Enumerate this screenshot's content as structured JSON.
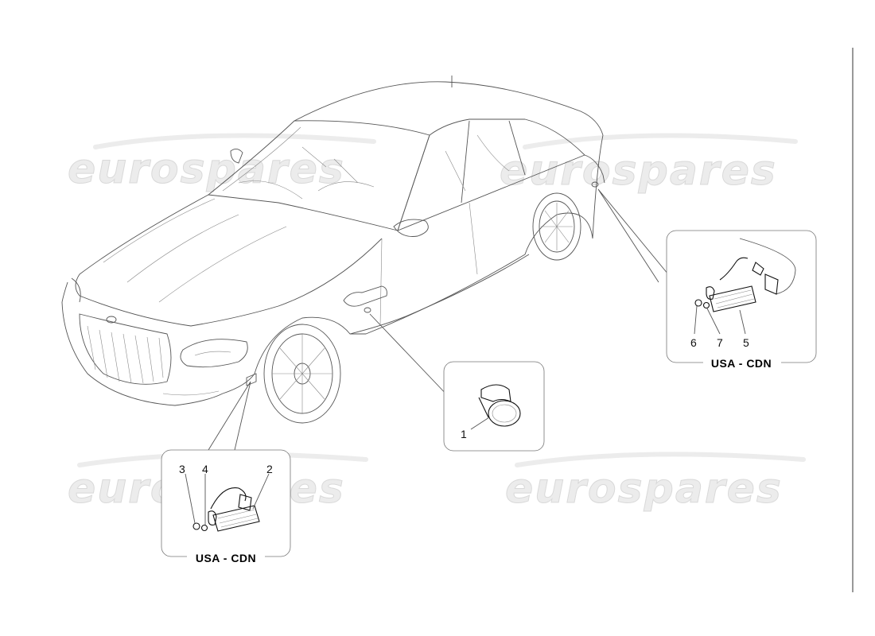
{
  "watermark": {
    "text": "eurospares"
  },
  "callouts": {
    "front_marker": {
      "label": "USA - CDN",
      "parts": [
        "3",
        "4",
        "2"
      ]
    },
    "rear_marker": {
      "label": "USA - CDN",
      "parts": [
        "6",
        "7",
        "5"
      ]
    },
    "side_repeater": {
      "parts": [
        "1"
      ]
    }
  }
}
